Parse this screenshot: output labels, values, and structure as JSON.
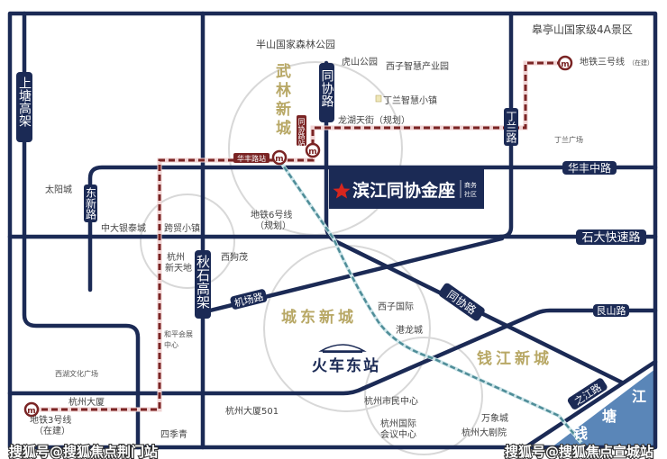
{
  "map": {
    "colors": {
      "road": "#1b2a55",
      "metro": "#7a2424",
      "metro6": "#4f8d98",
      "river": "#5a86b8",
      "district": "#b8a866",
      "highlight": "#1b2a55",
      "star": "#d7261e"
    },
    "highlight": {
      "name": "滨江同协金座",
      "sub1": "商务",
      "sub2": "社区",
      "icon": "star-icon"
    },
    "districts": [
      "武林新城",
      "城东新城",
      "钱江新城"
    ],
    "roads": {
      "shangtang": "上塘高架",
      "tongxie": "同协路",
      "dinglan": "丁兰路",
      "dongxin": "东新路",
      "huafengzhong": "华丰中路",
      "shida": "石大快速路",
      "qiushi": "秋石高架",
      "jichang": "机场路",
      "tongxie_diag": "同协路",
      "genshan": "艮山路",
      "zhijiang": "之江路"
    },
    "stations": {
      "huafeng": "华丰路站",
      "tongxie": "同协路站"
    },
    "metro": {
      "line3_north": "地铁三号线",
      "line3_north_status": "（在建）",
      "line3_south": "地铁3号线",
      "line3_south_status": "（在建）",
      "line6": "地铁6号线",
      "line6_status": "（规划）"
    },
    "pois": {
      "banshan": "半山国家森林公园",
      "gaoting": "皋亭山国家级4A景区",
      "hushan": "虎山公园",
      "xizi_park": "西子智慧产业园",
      "dinglan_town": "丁兰智慧小镇",
      "longhu": "龙湖天街（规划）",
      "dinglan_sq": "丁兰广场",
      "taiyang": "太阳城",
      "intime": "中大银泰城",
      "kuamao": "跨贸小镇",
      "xintiandi1": "杭州",
      "xintiandi2": "新天地",
      "xigoumao": "西狗茂",
      "heping1": "和平会展",
      "heping2": "中心",
      "xihu": "西湖文化广场",
      "hzdasha": "杭州大厦",
      "hzdasha501": "杭州大厦501",
      "sijiqing": "四季青",
      "east_station": "火车东站",
      "xizi_intl": "西子国际",
      "ganglong": "港龙城",
      "civic": "杭州市民中心",
      "conf1": "杭州国际",
      "conf2": "会议中心",
      "mixc": "万象城",
      "theatre": "杭州大剧院"
    },
    "river": {
      "c1": "钱",
      "c2": "塘",
      "c3": "江"
    },
    "watermarks": {
      "left": "搜狐号@搜狐焦点荆门站",
      "right": "搜狐号@搜狐焦点宣城站"
    }
  }
}
